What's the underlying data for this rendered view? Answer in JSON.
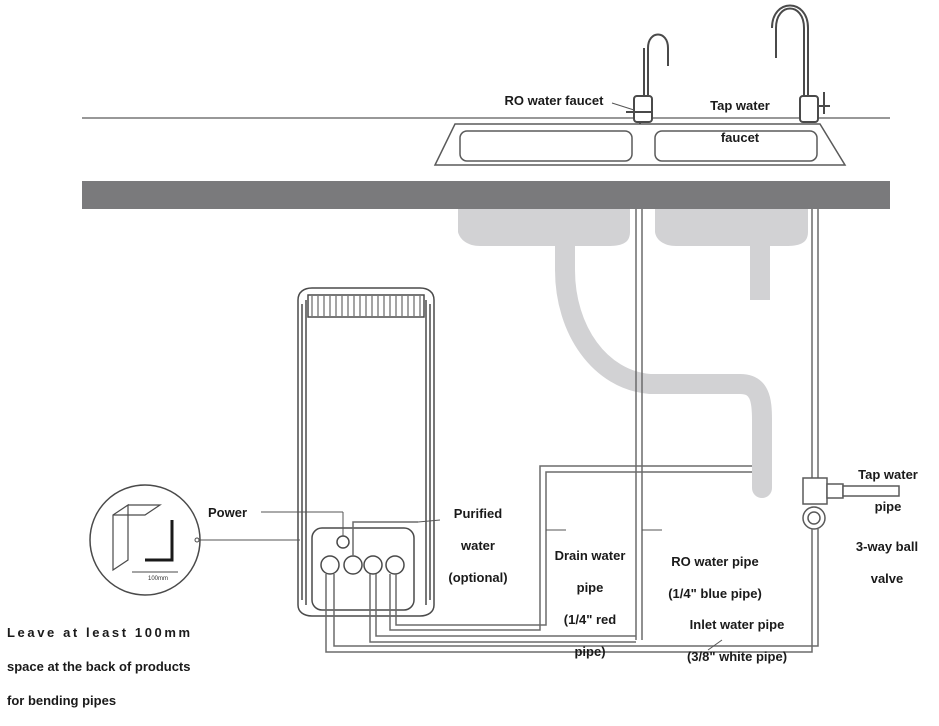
{
  "labels": {
    "ro_faucet": "RO water faucet",
    "tap_faucet_line1": "Tap water",
    "tap_faucet_line2": "faucet",
    "power": "Power",
    "purified_line1": "Purified",
    "purified_line2": "water",
    "purified_line3": "(optional)",
    "drain_line1": "Drain water",
    "drain_line2": "pipe",
    "drain_line3": "(1/4\" red",
    "drain_line4": "pipe)",
    "ro_pipe_line1": "RO water pipe",
    "ro_pipe_line2": "(1/4\" blue pipe)",
    "tap_pipe_line1": "Tap water",
    "tap_pipe_line2": "pipe",
    "ball_valve_line1": "3-way ball",
    "ball_valve_line2": "valve",
    "inlet_line1": "Inlet water pipe",
    "inlet_line2": "(3/8\" white pipe)",
    "note_line1": "Leave at least 100mm",
    "note_line2": "space at the back of products",
    "note_line3": "for bending pipes",
    "clearance_mark": "100mm"
  },
  "colors": {
    "countertop": "#7a7a7c",
    "sink_under": "#d2d2d4",
    "outline": "#4a4a4a",
    "pipe": "#6b6b6b",
    "text": "#1a1a1a"
  }
}
